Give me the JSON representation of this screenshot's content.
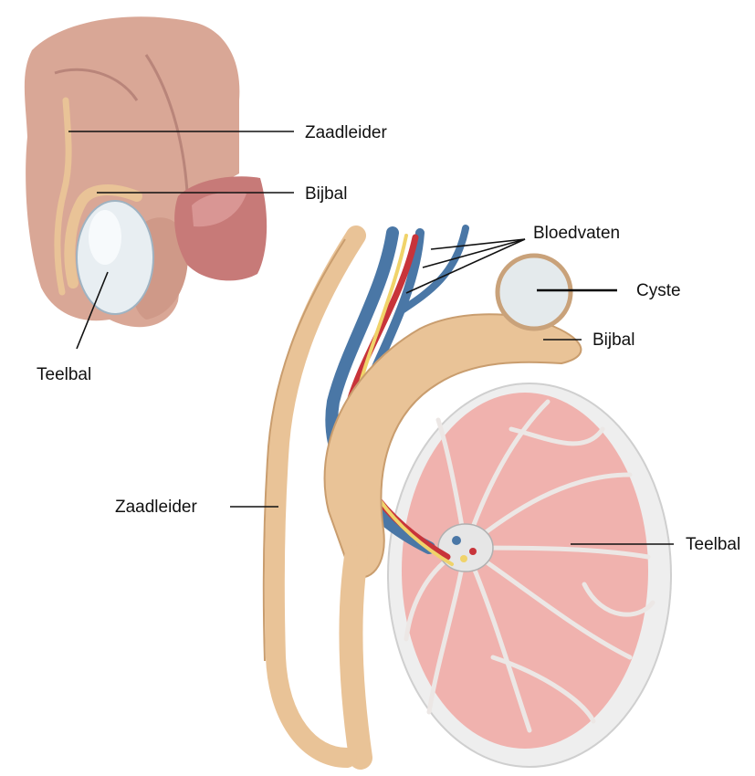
{
  "inset_labels": {
    "vas_deferens": "Zaadleider",
    "epididymis": "Bijbal",
    "testis": "Teelbal"
  },
  "main_labels": {
    "blood_vessels": "Bloedvaten",
    "cyst": "Cyste",
    "epididymis": "Bijbal",
    "vas_deferens": "Zaadleider",
    "testis": "Teelbal"
  },
  "colors": {
    "skin": "#d9a796",
    "skin_shadow": "#b9857a",
    "glans": "#c77a78",
    "duct": "#e9c397",
    "duct_shadow": "#c99d6e",
    "vein": "#4a77a6",
    "artery": "#c8343a",
    "nerve": "#f0d36a",
    "tunica": "#eeeeee",
    "parenchyma": "#f0b2ae",
    "cyst_fill": "#e4eaec",
    "cyst_ring": "#c9a27a"
  }
}
